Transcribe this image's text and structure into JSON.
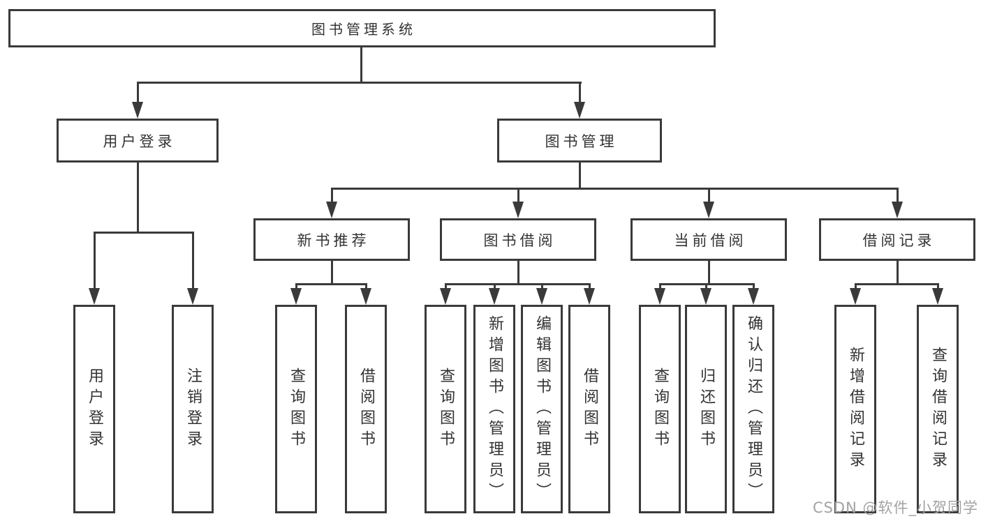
{
  "diagram": {
    "root": "图书管理系统",
    "level2": [
      "用户登录",
      "图书管理"
    ],
    "level3": [
      "新书推荐",
      "图书借阅",
      "当前借阅",
      "借阅记录"
    ],
    "leaves": {
      "user_login": [
        "用户登录",
        "注销登录"
      ],
      "new_books": [
        "查询图书",
        "借阅图书"
      ],
      "book_borrow": [
        "查询图书",
        "新增图书（管理员）",
        "编辑图书（管理员）",
        "借阅图书"
      ],
      "current_borrow": [
        "查询图书",
        "归还图书",
        "确认归还（管理员）"
      ],
      "borrow_records": [
        "新增借阅记录",
        "查询借阅记录"
      ]
    }
  },
  "watermark": "CSDN @软件_小贺同学",
  "colors": {
    "line": "#3a3a3a",
    "text": "#333333",
    "background": "#ffffff",
    "watermark": "#a3a3a3"
  }
}
